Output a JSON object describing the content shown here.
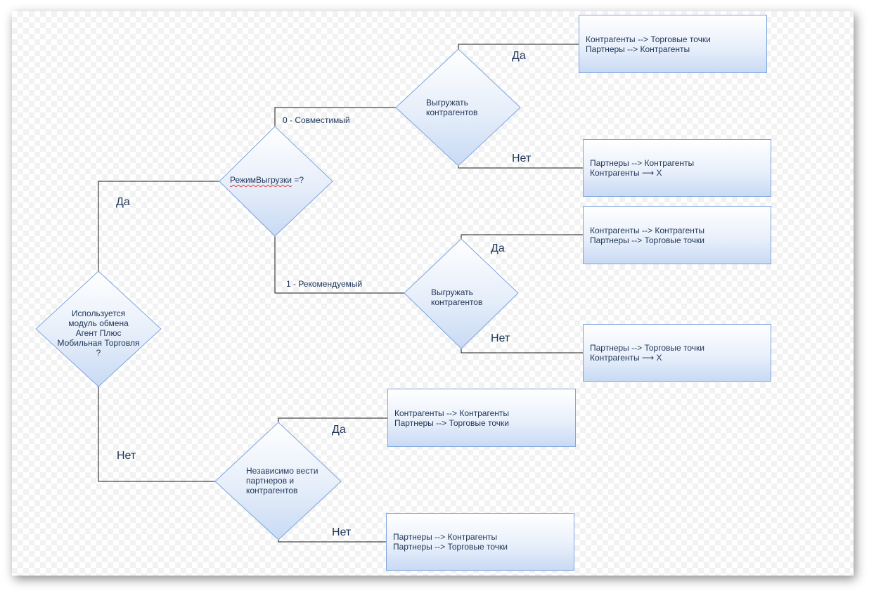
{
  "colors": {
    "accent": "#7ea6de",
    "diamond_top": "#ffffff",
    "diamond_bottom": "#c8daf4",
    "line": "#1a1a1a",
    "text": "#1f3556"
  },
  "decisions": {
    "main": [
      "Используется",
      "модуль обмена",
      "Агент Плюс",
      "Мобильная Торговля",
      "?"
    ],
    "mode": {
      "name": "РежимВыгрузки",
      "rest": " =?"
    },
    "export_a": [
      "Выгружать",
      "контрагентов"
    ],
    "export_b": [
      "Выгружать",
      "контрагентов"
    ],
    "independent": [
      "Независимо вести",
      "партнеров и",
      "контрагентов"
    ]
  },
  "branch_labels": {
    "main_yes": "Да",
    "main_no": "Нет",
    "mode_0": "0 - Совместимый",
    "mode_1": "1 - Рекомендуемый",
    "export_a_yes": "Да",
    "export_a_no": "Нет",
    "export_b_yes": "Да",
    "export_b_no": "Нет",
    "independent_yes": "Да",
    "independent_no": "Нет"
  },
  "results": {
    "r1": [
      "Контрагенты --> Торговые точки",
      "Партнеры --> Контрагенты"
    ],
    "r2": [
      "Партнеры --> Контрагенты",
      "Контрагенты ⟶ X"
    ],
    "r3": [
      "Контрагенты --> Контрагенты",
      "Партнеры --> Торговые точки"
    ],
    "r4": [
      "Партнеры --> Торговые точки",
      "Контрагенты ⟶ X"
    ],
    "r5": [
      "Контрагенты --> Контрагенты",
      "Партнеры --> Торговые точки"
    ],
    "r6": [
      "Партнеры --> Контрагенты",
      "Партнеры --> Торговые точки"
    ]
  }
}
